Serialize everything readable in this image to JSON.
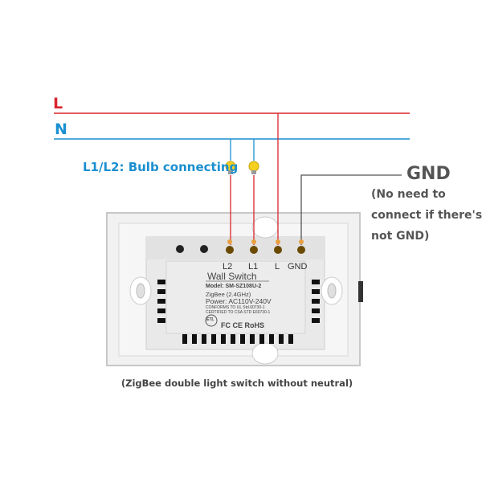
{
  "lines": {
    "L": "L",
    "N": "N"
  },
  "bulb_label": "L1/L2: Bulb connecting",
  "gnd": {
    "title": "GND",
    "note": [
      "(No need to",
      "connect if there's",
      "not GND)"
    ]
  },
  "terminals": [
    "L2",
    "L1",
    "L",
    "GND"
  ],
  "plate": {
    "title": "Wall Switch",
    "model": "Model: SM-SZ108U-2",
    "zigbee": "ZigBee (2.4GHz)",
    "power": "Power: AC110V-240V",
    "conforms": "CONFORMS TO UL Std.60730-1",
    "certified": "CERTIFIED TO CSA STD E60730-1",
    "marks": "FC CE RoHS",
    "etl": "ETL"
  },
  "caption": "(ZigBee double light switch without neutral)",
  "colors": {
    "live": "#d9262c",
    "neutral": "#1a8fd0",
    "ground": "#555555"
  }
}
